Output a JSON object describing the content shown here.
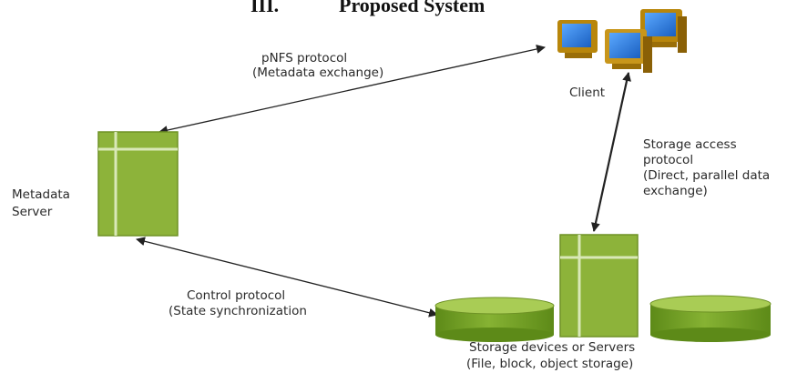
{
  "heading": {
    "number": "III.",
    "title": "Proposed System"
  },
  "nodes": {
    "client": {
      "label": "Client"
    },
    "metadata_server": {
      "label_lines": [
        "Metadata",
        "Server"
      ]
    },
    "storage": {
      "label_lines": [
        "Storage devices or Servers",
        "(File, block, object storage)"
      ]
    }
  },
  "connections": {
    "pnfs": {
      "label_lines": [
        "pNFS protocol",
        "(Metadata exchange)"
      ]
    },
    "storage_access": {
      "label_lines": [
        "Storage access",
        "protocol",
        "(Direct, parallel data",
        "exchange)"
      ]
    },
    "control": {
      "label_lines": [
        "Control protocol",
        "(State synchronization"
      ]
    }
  },
  "colors": {
    "server_green": "#8db33a",
    "server_stroke": "#6e9225",
    "server_divider": "#d9e8b8",
    "disk_body": "#7aa52a",
    "disk_top": "#a9cc55",
    "monitor_screen": "#2a78d8",
    "monitor_case": "#b8860b",
    "arrow": "#222222"
  }
}
